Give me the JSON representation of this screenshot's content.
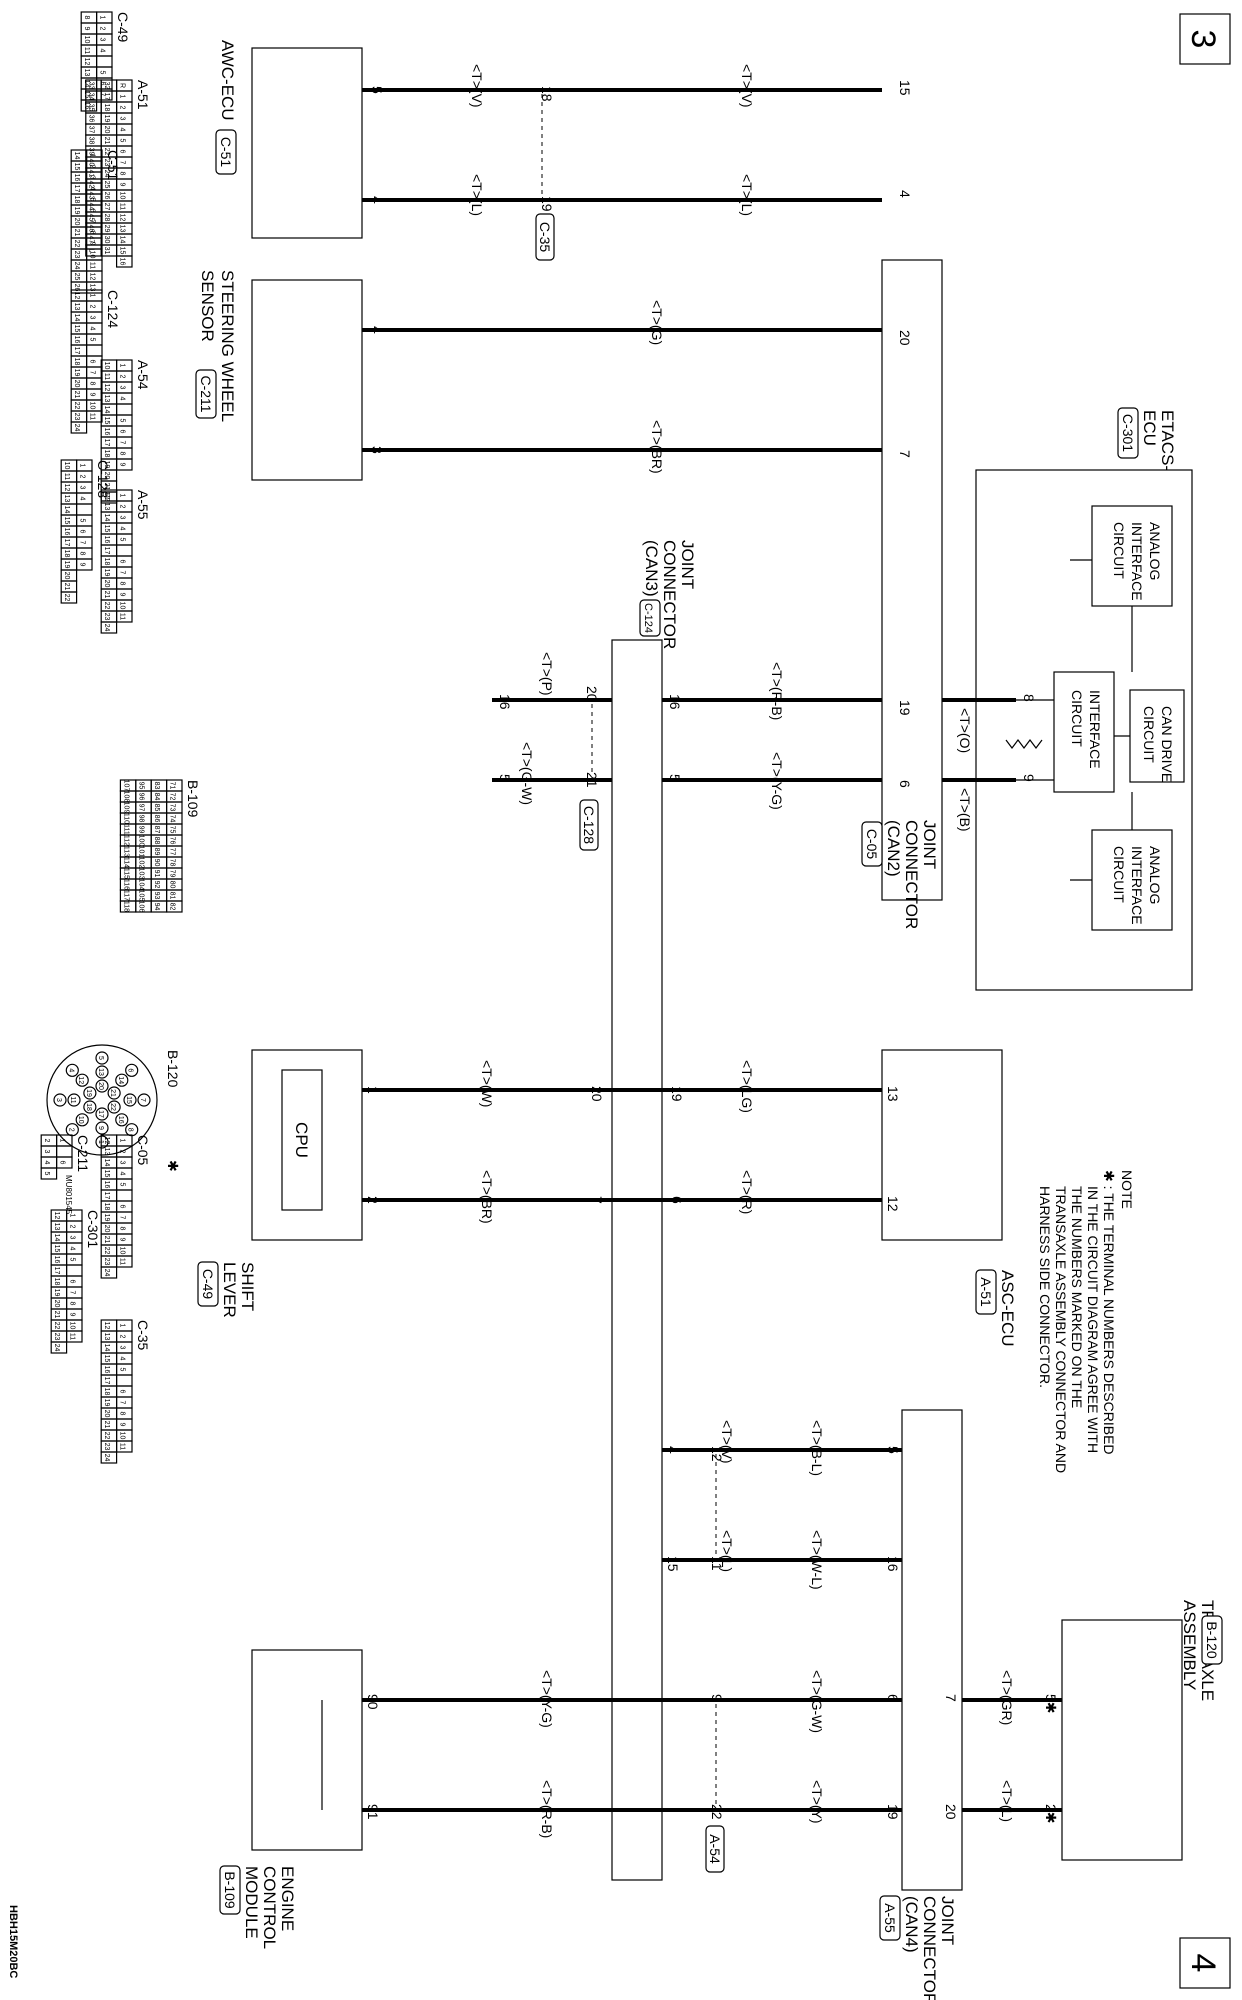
{
  "page": {
    "left_number": "3",
    "right_number": "4",
    "figure_code": "HBH15M20BC"
  },
  "note": {
    "heading": "NOTE",
    "line1": "✱ : THE TERMINAL NUMBERS DESCRIBED",
    "line2": "IN THE CIRCUIT DIAGRAM AGREE WITH",
    "line3": "THE NUMBERS MARKED ON THE",
    "line4": "TRANSAXLE ASSEMBLY CONNECTOR AND",
    "line5": "HARNESS SIDE CONNECTOR."
  },
  "components": {
    "etacs": {
      "name1": "ETACS-",
      "name2": "ECU",
      "code": "C-301",
      "analog1": [
        "ANALOG",
        "INTERFACE",
        "CIRCUIT"
      ],
      "interface": [
        "INTERFACE",
        "CIRCUIT"
      ],
      "can_drive": [
        "CAN DRIVE",
        "CIRCUIT"
      ],
      "analog2": [
        "ANALOG",
        "INTERFACE",
        "CIRCUIT"
      ]
    },
    "jc_can2": {
      "lines": [
        "JOINT",
        "CONNECTOR",
        "(CAN2)"
      ],
      "code": "C-05"
    },
    "jc_can3": {
      "lines": [
        "JOINT",
        "CONNECTOR",
        "(CAN3)"
      ],
      "code": "C-124"
    },
    "jc_can4": {
      "lines": [
        "JOINT",
        "CONNECTOR",
        "(CAN4)"
      ],
      "code": "A-55"
    },
    "awc": {
      "name": "AWC-ECU",
      "code": "C-51"
    },
    "steering": {
      "line1": "STEERING WHEEL",
      "line2": "SENSOR",
      "code": "C-211"
    },
    "asc": {
      "name": "ASC-ECU",
      "code": "A-51"
    },
    "shift": {
      "line1": "SHIFT",
      "line2": "LEVER",
      "code": "C-49",
      "cpu": "CPU"
    },
    "transaxle": {
      "line1": "TRANSAXLE",
      "line2": "ASSEMBLY",
      "code": "B-120"
    },
    "ecm": {
      "line1": "ENGINE",
      "line2": "CONTROL",
      "line3": "MODULE",
      "code": "B-109"
    }
  },
  "connector_tags": {
    "c35": "C-35",
    "c128": "C-128",
    "a54": "A-54"
  },
  "wires": {
    "awc_v": "<T>(V)",
    "awc_l": "<T>(L)",
    "ecu_v": "<T>(V)",
    "ecu_l": "<T>(L)",
    "sws_g": "<T>(G)",
    "sws_br": "<T>(BR)",
    "et_o": "<T>(O)",
    "et_b": "<T>(B)",
    "can3_rb": "<T>(R-B)",
    "can3_yg": "<T>(Y-G)",
    "can3_p": "<T>(P)",
    "can3_gw": "<T>(G-W)",
    "asc_lg": "<T>(LG)",
    "asc_r": "<T>(R)",
    "sl_w": "<T>(W)",
    "sl_br": "<T>(BR)",
    "can4_bl": "<T>(B-L)",
    "can4_wl": "<T>(W-L)",
    "can4_v": "<T>(V)",
    "can4_l": "<T>(L)",
    "ta_gr": "<T>(GR)",
    "ta_l": "<T>(L)",
    "ecm_gw": "<T>(G-W)",
    "ecm_y": "<T>(Y)",
    "ecm_yg": "<T>(Y-G)",
    "ecm_rb": "<T>(R-B)"
  },
  "pins": {
    "awc_5": "5",
    "awc_4": "4",
    "c35_18": "18",
    "c35_19": "19",
    "c05_15": "15",
    "c05_4": "4",
    "c05_20": "20",
    "c05_7": "7",
    "sws_4": "4",
    "sws_3": "3",
    "et_8": "8",
    "et_9": "9",
    "c05_19": "19",
    "c05_6": "6",
    "c124_16a": "16",
    "c124_5a": "5",
    "c128_20": "20",
    "c128_21": "21",
    "c124_16b": "16",
    "c124_5b": "5",
    "asc_13": "13",
    "asc_12": "12",
    "c124_19": "19",
    "c124_6": "6",
    "sl_1": "1",
    "sl_2": "2",
    "c124_20": "20",
    "c124_7": "7",
    "a55_5": "5",
    "a55_16": "16",
    "a54_12": "12",
    "a54_11": "11",
    "a55_4": "4",
    "a55_15": "15",
    "ta_5": "5✱",
    "ta_2": "2✱",
    "a55_7": "7",
    "a55_20": "20",
    "a55_6": "6",
    "a55_19": "19",
    "a54_9": "9",
    "a54_22": "22",
    "ecm_90": "90",
    "ecm_91": "91"
  },
  "connector_views": {
    "c49": {
      "code": "C-49",
      "rows": [
        [
          "1",
          "2",
          "3",
          "4",
          "",
          "5",
          "6",
          "7"
        ],
        [
          "8",
          "9",
          "10",
          "11",
          "12",
          "13",
          "14",
          "15",
          "16"
        ]
      ]
    },
    "a51": {
      "code": "A-51",
      "rows": [
        [
          "R",
          "1",
          "2",
          "3",
          "4",
          "5",
          "6",
          "7",
          "8",
          "9",
          "10",
          "11",
          "12",
          "13",
          "14",
          "15",
          "16"
        ],
        [
          "32",
          "17",
          "18",
          "19",
          "20",
          "21",
          "22",
          "23",
          "24",
          "25",
          "26",
          "27",
          "28",
          "29",
          "30",
          "31"
        ],
        [
          "33",
          "34",
          "35",
          "36",
          "37",
          "38",
          "39",
          "40",
          "41",
          "42",
          "43",
          "44",
          "45",
          "46",
          "47",
          "L"
        ]
      ]
    },
    "c51": {
      "code": "C-51",
      "rows": [
        [
          "1",
          "2",
          "3",
          "4",
          "5",
          "6",
          "7",
          "8",
          "9",
          "10",
          "11",
          "12",
          "13"
        ],
        [
          "14",
          "15",
          "16",
          "17",
          "18",
          "19",
          "20",
          "21",
          "22",
          "23",
          "24",
          "25",
          "26"
        ]
      ]
    },
    "c124": {
      "code": "C-124",
      "rows": [
        [
          "1",
          "2",
          "3",
          "4",
          "5",
          "",
          "6",
          "7",
          "8",
          "9",
          "10",
          "11"
        ],
        [
          "12",
          "13",
          "14",
          "15",
          "16",
          "17",
          "18",
          "19",
          "20",
          "21",
          "22",
          "23",
          "24"
        ]
      ]
    },
    "a54": {
      "code": "A-54",
      "rows": [
        [
          "1",
          "2",
          "3",
          "4",
          "",
          "5",
          "6",
          "7",
          "8",
          "9"
        ],
        [
          "10",
          "11",
          "12",
          "13",
          "14",
          "15",
          "16",
          "17",
          "18",
          "19",
          "20",
          "21",
          "22"
        ]
      ]
    },
    "c128": {
      "code": "C-128",
      "rows": [
        [
          "1",
          "2",
          "3",
          "4",
          "",
          "5",
          "6",
          "7",
          "8",
          "9"
        ],
        [
          "10",
          "11",
          "12",
          "13",
          "14",
          "15",
          "16",
          "17",
          "18",
          "19",
          "20",
          "21",
          "22"
        ]
      ]
    },
    "a55": {
      "code": "A-55",
      "rows": [
        [
          "1",
          "2",
          "3",
          "4",
          "5",
          "",
          "6",
          "7",
          "8",
          "9",
          "10",
          "11"
        ],
        [
          "12",
          "13",
          "14",
          "15",
          "16",
          "17",
          "18",
          "19",
          "20",
          "21",
          "22",
          "23",
          "24"
        ]
      ]
    },
    "b109": {
      "code": "B-109",
      "rows": [
        [
          "71",
          "72",
          "73",
          "74",
          "75",
          "76",
          "77",
          "78",
          "79",
          "80",
          "81",
          "82"
        ],
        [
          "83",
          "84",
          "85",
          "86",
          "87",
          "88",
          "89",
          "90",
          "91",
          "92",
          "93",
          "94"
        ],
        [
          "95",
          "96",
          "97",
          "98",
          "99",
          "100",
          "101",
          "102",
          "103",
          "104",
          "105",
          "106"
        ],
        [
          "107",
          "108",
          "109",
          "110",
          "111",
          "112",
          "113",
          "114",
          "115",
          "116",
          "117",
          "118"
        ]
      ]
    },
    "b120": {
      "code": "B-120",
      "star": "✱",
      "pins": [
        "1",
        "2",
        "3",
        "4",
        "5",
        "6",
        "7",
        "8",
        "9",
        "10",
        "11",
        "12",
        "13",
        "14",
        "15",
        "16",
        "17",
        "18",
        "19",
        "20",
        "21",
        "22"
      ]
    },
    "c05": {
      "code": "C-05",
      "rows": [
        [
          "1",
          "2",
          "3",
          "4",
          "5",
          "",
          "6",
          "7",
          "8",
          "9",
          "10",
          "11"
        ],
        [
          "12",
          "13",
          "14",
          "15",
          "16",
          "17",
          "18",
          "19",
          "20",
          "21",
          "22",
          "23",
          "24"
        ]
      ]
    },
    "c211": {
      "code": "C-211",
      "part": "MU801545",
      "rows": [
        [
          "1",
          "",
          "6"
        ],
        [
          "2",
          "3",
          "4",
          "5"
        ]
      ]
    },
    "c301": {
      "code": "C-301",
      "rows": [
        [
          "1",
          "2",
          "3",
          "4",
          "5",
          "",
          "6",
          "7",
          "8",
          "9",
          "10",
          "11"
        ],
        [
          "12",
          "13",
          "14",
          "15",
          "16",
          "17",
          "18",
          "19",
          "20",
          "21",
          "22",
          "23",
          "24"
        ]
      ]
    },
    "c35": {
      "code": "C-35",
      "rows": [
        [
          "1",
          "2",
          "3",
          "4",
          "5",
          "",
          "6",
          "7",
          "8",
          "9",
          "10",
          "11"
        ],
        [
          "12",
          "13",
          "14",
          "15",
          "16",
          "17",
          "18",
          "19",
          "20",
          "21",
          "22",
          "23",
          "24"
        ]
      ]
    }
  }
}
